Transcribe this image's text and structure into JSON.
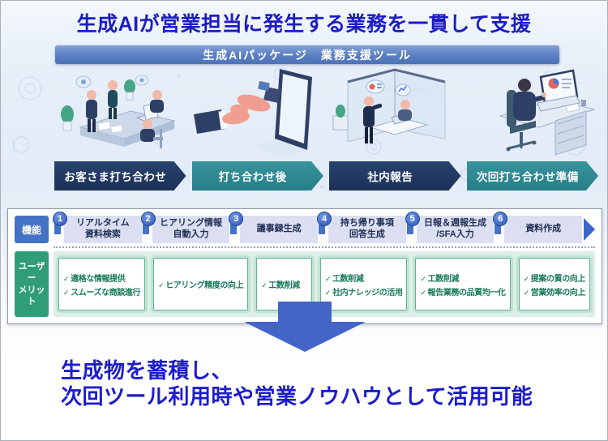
{
  "page": {
    "title": "生成AIが営業担当に発生する業務を一貫して支援",
    "banner": "生成AIパッケージ　業務支援ツール"
  },
  "phases": [
    {
      "label": "お客さま打ち合わせ",
      "color": "#1f3864",
      "illustration": "customer-meeting"
    },
    {
      "label": "打ち合わせ後",
      "color": "#2d8c96",
      "illustration": "handshake-through-screen"
    },
    {
      "label": "社内報告",
      "color": "#1f3864",
      "illustration": "internal-report-meeting-room"
    },
    {
      "label": "次回打ち合わせ準備",
      "color": "#2d8c96",
      "illustration": "working-at-desk"
    }
  ],
  "table": {
    "row_headers": {
      "functions": "機能",
      "merits": "ユーザー\nメリット"
    },
    "check_mark": "✓",
    "columns": [
      {
        "number": "1",
        "function": "リアルタイム\n資料検索",
        "merits": [
          "適格な情報提供",
          "スムーズな商談進行"
        ]
      },
      {
        "number": "2",
        "function": "ヒアリング情報\n自動入力",
        "merits": [
          "ヒアリング精度の向上"
        ]
      },
      {
        "number": "3",
        "function": "議事録生成",
        "merits": [
          "工数削減"
        ]
      },
      {
        "number": "4",
        "function": "持ち帰り事項\n回答生成",
        "merits": [
          "工数削減",
          "社内ナレッジの活用"
        ]
      },
      {
        "number": "5",
        "function": "日報＆週報生成\n/SFA入力",
        "merits": [
          "工数削減",
          "報告業務の品質均一化"
        ]
      },
      {
        "number": "6",
        "function": "資料作成",
        "merits": [
          "提案の質の向上",
          "営業効率の向上"
        ]
      }
    ]
  },
  "footer": {
    "line1": "生成物を蓄積し、",
    "line2": "次回ツール利用時や営業ノウハウとして活用可能"
  },
  "colors": {
    "title_text": "#1c1cc4",
    "banner_bg": "#5c80c2",
    "phase_navy": "#1f3864",
    "phase_teal": "#2d8c96",
    "function_header_bg": "#4472c4",
    "merit_header_bg": "#2f9e78",
    "function_band_bg": "#dbdff1",
    "merit_strip_bg": "#ddefe7",
    "merit_text": "#17795a",
    "big_arrow": "#4464c8",
    "footer_text": "#1c1cce"
  }
}
